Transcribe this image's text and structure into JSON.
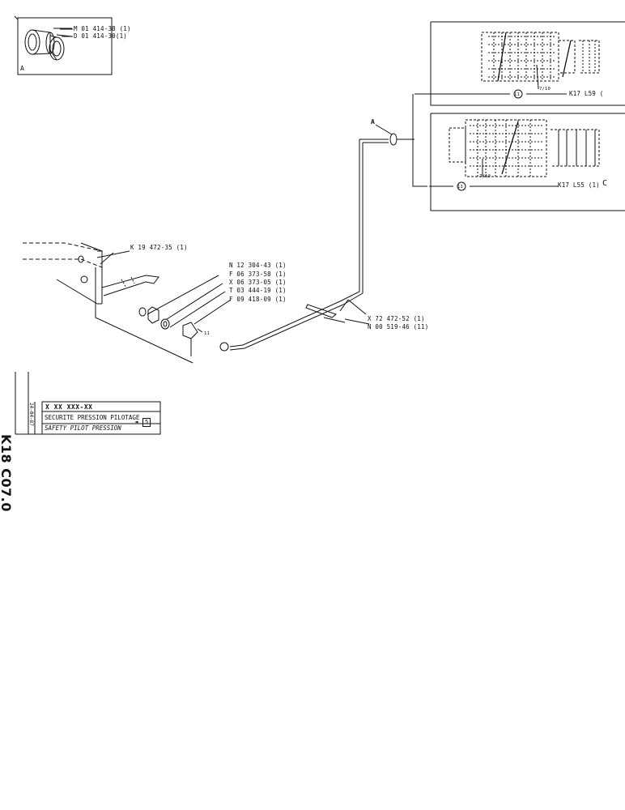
{
  "detail": {
    "marker": "A",
    "parts": [
      {
        "ref": "M 01 414-38 (1)"
      },
      {
        "ref": "D 01 414-30(1)"
      }
    ]
  },
  "right_panels": [
    {
      "ref": "K17  L59 ("
    },
    {
      "ref": "K17  L55 (1)",
      "suffix": "C"
    }
  ],
  "connection_marker": "A",
  "small_labels": [
    "7/10",
    "7/10"
  ],
  "parts": [
    {
      "ref": "K 19 472-35 (1)"
    },
    {
      "ref": "N 12  304-43 (1)"
    },
    {
      "ref": "F 06  373-58 (1)"
    },
    {
      "ref": "X 06  373-05 (1)"
    },
    {
      "ref": "T 03  444-19 (1)"
    },
    {
      "ref": "F 09  418-09 (1)"
    },
    {
      "ref": "X 72  472-52 (1)"
    },
    {
      "ref": "N 00  519-46 (11)"
    }
  ],
  "fitting_labels": [
    "11",
    "11",
    "11"
  ],
  "title_block": {
    "sheet_id": "K18  C07.0",
    "code": "X  XX  XXX-XX",
    "date": "24-04-87",
    "title_fr": "SECURITE  PRESSION  PILOTAGE",
    "title_en": "SAFETY  PILOT  PRESSION",
    "ref_symbol": "5"
  }
}
